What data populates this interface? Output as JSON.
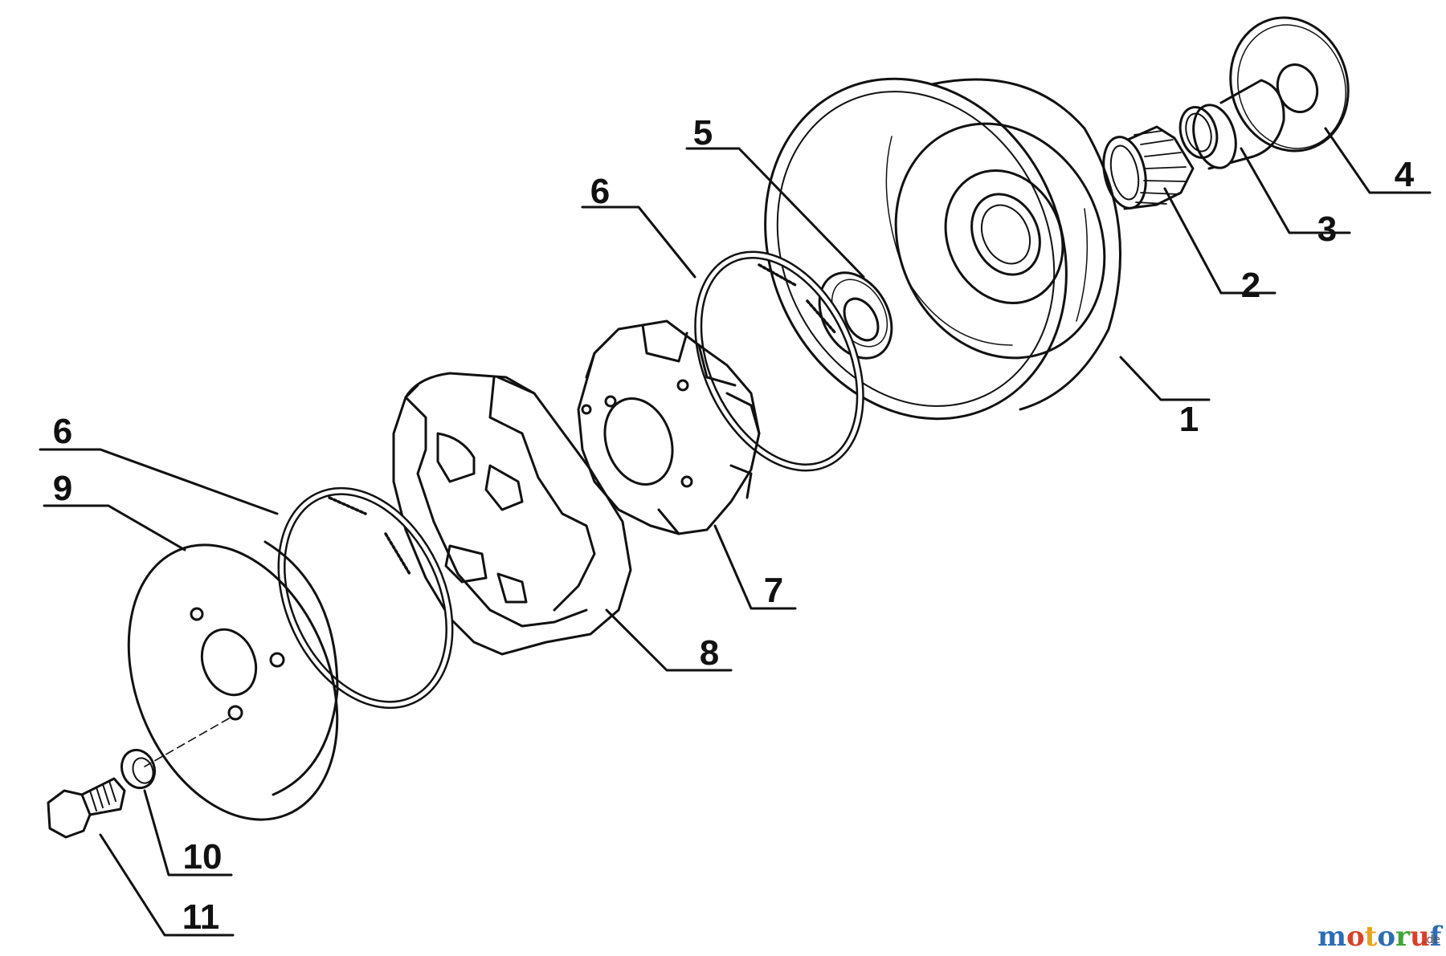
{
  "diagram": {
    "parts": [
      {
        "number": "1",
        "part": "clutch-drum"
      },
      {
        "number": "2",
        "part": "needle-bearing"
      },
      {
        "number": "3",
        "part": "sleeve"
      },
      {
        "number": "4",
        "part": "outer-washer"
      },
      {
        "number": "5",
        "part": "thrust-washer"
      },
      {
        "number": "6",
        "part": "clutch-spring-inner"
      },
      {
        "number": "7",
        "part": "clutch-hub"
      },
      {
        "number": "6",
        "part": "clutch-spring-outer"
      },
      {
        "number": "9",
        "part": "cover-plate"
      },
      {
        "number": "8",
        "part": "clutch-shoes"
      },
      {
        "number": "10",
        "part": "lock-washer"
      },
      {
        "number": "11",
        "part": "hex-bolt"
      }
    ]
  },
  "watermark": {
    "letters": [
      "m",
      "o",
      "t",
      "o",
      "r",
      "u",
      "f"
    ],
    "colors": [
      "#2e6db4",
      "#d8402a",
      "#e6a417",
      "#2e6db4",
      "#3fa535",
      "#d8402a",
      "#2e6db4"
    ],
    "suffix": ".de"
  }
}
